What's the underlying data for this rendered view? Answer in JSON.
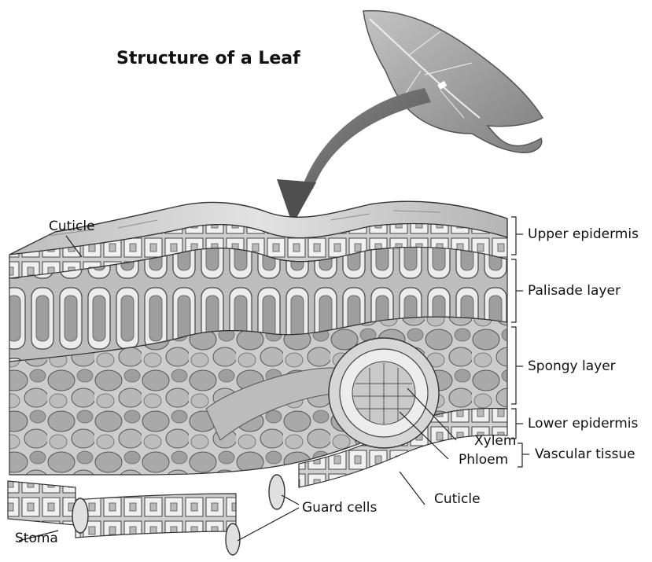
{
  "title": "Structure of a Leaf",
  "labels": {
    "cuticle_top": "Cuticle",
    "upper_epidermis": "Upper epidermis",
    "palisade_layer": "Palisade layer",
    "spongy_layer": "Spongy layer",
    "lower_epidermis": "Lower epidermis",
    "xylem": "Xylem",
    "phloem": "Phloem",
    "vascular_tissue": "Vascular tissue",
    "cuticle_bottom": "Cuticle",
    "stoma": "Stoma",
    "guard_cells": "Guard cells"
  },
  "colors": {
    "ink": "#222222",
    "leaf_gray": "#9a9a9a",
    "cell_fill": "#d9d9d9",
    "arrow": "#6e6e6e"
  }
}
